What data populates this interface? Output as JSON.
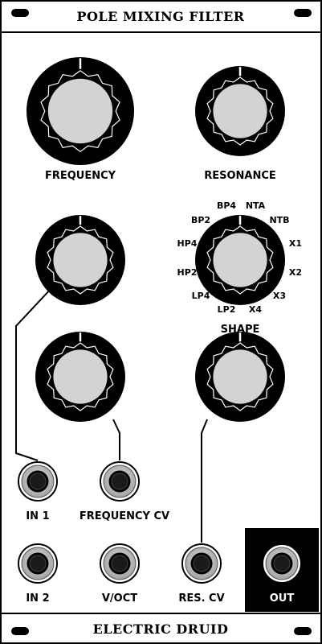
{
  "module": {
    "title": "POLE MIXING FILTER",
    "brand": "ELECTRIC DRUID"
  },
  "knobs": {
    "frequency_label": "FREQUENCY",
    "resonance_label": "RESONANCE",
    "shape_label": "SHAPE"
  },
  "shape_positions": [
    "BP4",
    "NTA",
    "NTB",
    "X1",
    "X2",
    "X3",
    "X4",
    "LP2",
    "LP4",
    "HP2",
    "HP4",
    "BP2"
  ],
  "jacks": {
    "in1": "IN 1",
    "frequency_cv": "FREQUENCY CV",
    "in2": "IN 2",
    "voct": "V/OCT",
    "res_cv": "RES. CV",
    "out": "OUT"
  },
  "colors": {
    "panel": "#ffffff",
    "ink": "#000000",
    "knob_cap": "#d3d3d3",
    "out_label": "#ffffff"
  }
}
